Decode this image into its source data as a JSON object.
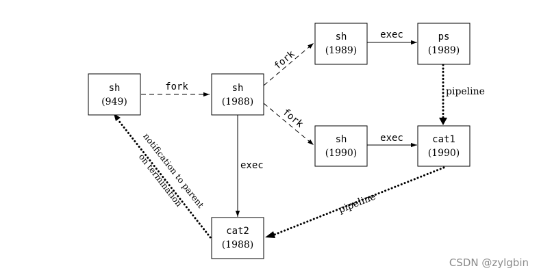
{
  "nodes": {
    "sh949": {
      "name": "sh",
      "pid": "(949)"
    },
    "sh1988": {
      "name": "sh",
      "pid": "(1988)"
    },
    "sh1989": {
      "name": "sh",
      "pid": "(1989)"
    },
    "ps1989": {
      "name": "ps",
      "pid": "(1989)"
    },
    "sh1990": {
      "name": "sh",
      "pid": "(1990)"
    },
    "cat1": {
      "name": "cat1",
      "pid": "(1990)"
    },
    "cat2": {
      "name": "cat2",
      "pid": "(1988)"
    }
  },
  "edges": {
    "fork_main": "fork",
    "fork_upper": "fork",
    "fork_lower": "fork",
    "exec_upper": "exec",
    "exec_lower": "exec",
    "exec_down": "exec",
    "pipeline_vertical": "pipeline",
    "pipeline_diagonal": "pipeline",
    "notification_line1": "notification to parent",
    "notification_line2": "on termination"
  },
  "watermark": "CSDN @zylgbin"
}
